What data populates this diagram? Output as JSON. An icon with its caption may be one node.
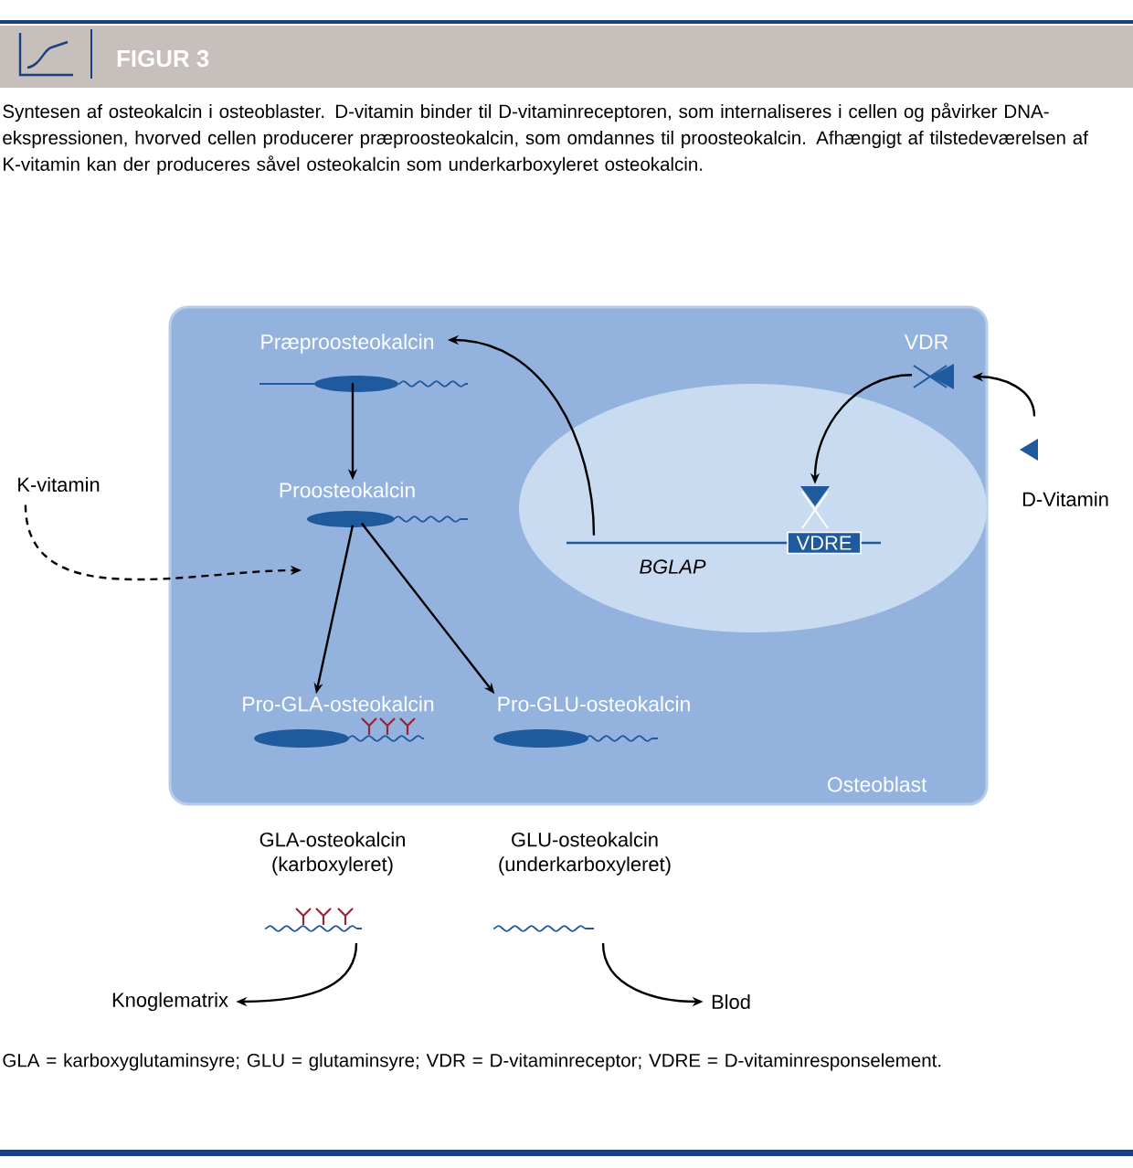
{
  "diagram": {
    "title": "FIGUR 3",
    "caption": "Syntesen af osteokalcin i osteoblaster. D-vitamin binder til D-vitaminreceptoren, som internaliseres i cellen og påvirker DNA-ekspressionen, hvorved cellen producerer præproosteokalcin, som omdannes til proosteokalcin. Afhængigt af tilstedeværelsen af K-vitamin kan der produceres såvel osteokalcin som underkarboxyleret osteokalcin.",
    "nodes": [
      {
        "text": [
          "Osteoblast"
        ]
      },
      {
        "text": [],
        "shape": "ellipse",
        "in": 0
      },
      {
        "text": [
          "Præproosteokalcin"
        ],
        "in": 0
      },
      {
        "text": [
          "VDR"
        ],
        "in": 0
      },
      {
        "text": [
          "K-vitamin"
        ]
      },
      {
        "text": [
          "Proosteokalcin"
        ],
        "in": 0
      },
      {
        "text": [
          "BGLAP"
        ],
        "in": 1
      },
      {
        "text": [
          "VDRE"
        ],
        "in": 1
      },
      {
        "text": [
          "D-Vitamin"
        ]
      },
      {
        "text": [
          "Pro-GLA-osteokalcin"
        ],
        "in": 0
      },
      {
        "text": [
          "Pro-GLU-osteokalcin"
        ],
        "in": 0
      },
      {
        "text": [
          "GLA-osteokalcin (karboxyleret)"
        ]
      },
      {
        "text": [
          "GLU-osteokalcin (underkarboxyleret)"
        ]
      },
      {
        "text": [
          "Knoglematrix"
        ]
      },
      {
        "text": [
          "Blod"
        ]
      }
    ],
    "edges": [
      {
        "from": 8,
        "to": 3,
        "arrow": "to"
      },
      {
        "from": 3,
        "to": 7,
        "arrow": "to"
      },
      {
        "from": 6,
        "to": 2,
        "arrow": "to"
      },
      {
        "from": 2,
        "to": 5,
        "arrow": "to"
      },
      {
        "from": 5,
        "to": 9,
        "arrow": "to"
      },
      {
        "from": 5,
        "to": 10,
        "arrow": "to"
      },
      {
        "from": 4,
        "to": null,
        "arrow": "to",
        "style": "dashed"
      },
      {
        "from": 11,
        "to": 13,
        "arrow": "to"
      },
      {
        "from": 12,
        "to": 14,
        "arrow": "to"
      }
    ],
    "labels": [
      "GLA = karboxyglutaminsyre;  GLU = glutaminsyre;  VDR = D-vitaminreceptor; VDRE = D-vitaminresponselement."
    ]
  }
}
